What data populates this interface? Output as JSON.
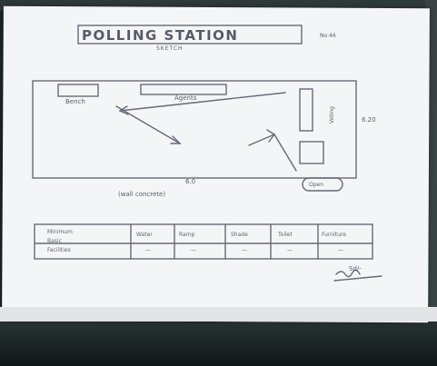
{
  "document": {
    "title": "POLLING STATION",
    "station_no": "No:46",
    "subtitle": "SKETCH",
    "labels": {
      "bench": "Bench",
      "agents": "Agents",
      "side_dim": "6.20",
      "bottom_dim": "6.0",
      "wall_note": "(wall concrete)",
      "open": "Open",
      "vertical_text": "Voting"
    },
    "table": {
      "header_label": "Minimum",
      "row_label_1": "Basic",
      "row_label_2": "Facilities",
      "columns": [
        "Water",
        "Ramp",
        "Shade",
        "Toilet",
        "Furniture"
      ],
      "values": [
        "—",
        "—",
        "—",
        "—",
        "—"
      ]
    },
    "signature": "Sd/-"
  }
}
